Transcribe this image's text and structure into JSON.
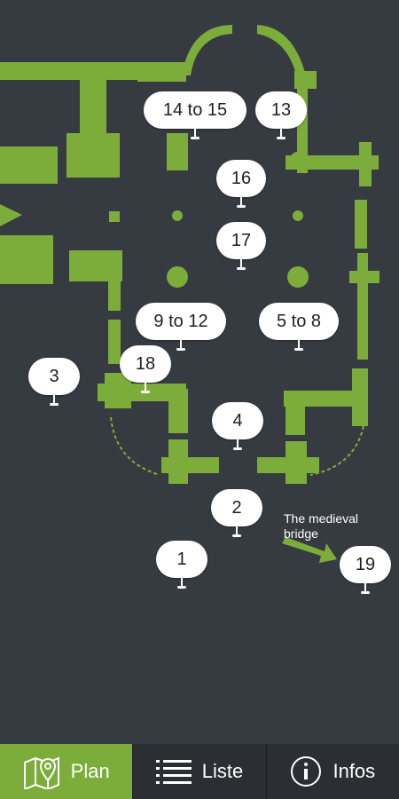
{
  "colors": {
    "background": "#353b41",
    "plan_green": "#7cad3b",
    "tabbar_bg": "#2b2f33",
    "pin_bg": "#ffffff"
  },
  "map": {
    "pins": {
      "p14_15": "14 to 15",
      "p13": "13",
      "p16": "16",
      "p17": "17",
      "p9_12": "9 to 12",
      "p5_8": "5 to 8",
      "p18": "18",
      "p3": "3",
      "p4": "4",
      "p2": "2",
      "p1": "1",
      "p19": "19"
    },
    "annotation": "The medieval bridge"
  },
  "tabs": {
    "plan": {
      "label": "Plan",
      "icon": "map-pin-icon",
      "active": true
    },
    "liste": {
      "label": "Liste",
      "icon": "list-icon",
      "active": false
    },
    "infos": {
      "label": "Infos",
      "icon": "info-icon",
      "active": false
    }
  }
}
